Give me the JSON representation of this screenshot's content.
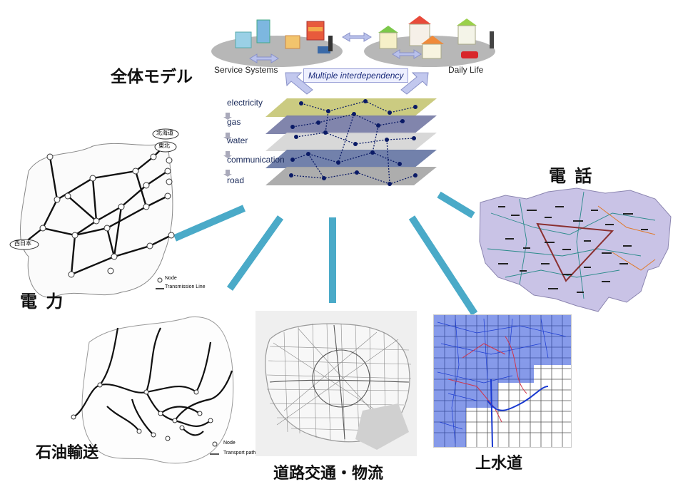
{
  "overview": {
    "title": "全体モデル",
    "service_systems": "Service Systems",
    "daily_life": "Daily Life",
    "interdependency": "Multiple interdependency",
    "layers": [
      "electricity",
      "gas",
      "water",
      "communication",
      "road"
    ]
  },
  "networks": {
    "power": {
      "label": "電 力",
      "legend_node": "Node",
      "legend_line": "Transmission Line",
      "region_labels": [
        "北海道",
        "東北",
        "西日本"
      ]
    },
    "oil": {
      "label": "石油輸送",
      "legend_node": "Node",
      "legend_line": "Transport path"
    },
    "road": {
      "label": "道路交通・物流"
    },
    "water": {
      "label": "上水道"
    },
    "telephone": {
      "label": "電 話"
    }
  },
  "colors": {
    "connector": "#4aaac8",
    "layer_electricity": "#c8c87a",
    "layer_gas": "#7a7ea8",
    "layer_water": "#d6d6d6",
    "layer_communication": "#6a7aa6",
    "layer_road": "#a9a9a9",
    "map_purple": "#c9c3e6",
    "water_blue": "#2448d8"
  }
}
